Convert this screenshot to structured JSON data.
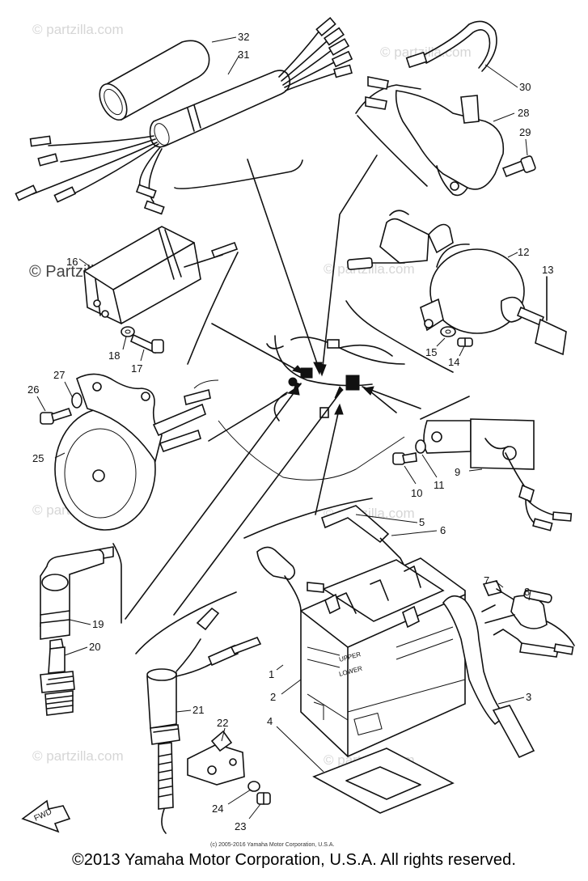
{
  "watermark": {
    "text": "© Partzilla.com",
    "short": "© partzilla.com"
  },
  "part_numbers": [
    "1",
    "2",
    "3",
    "4",
    "5",
    "6",
    "7",
    "8",
    "9",
    "10",
    "11",
    "12",
    "13",
    "14",
    "15",
    "16",
    "17",
    "18",
    "19",
    "20",
    "21",
    "22",
    "23",
    "24",
    "25",
    "26",
    "27",
    "28",
    "29",
    "30",
    "31",
    "32"
  ],
  "labels": {
    "p1": "1",
    "p2": "2",
    "p3": "3",
    "p4": "4",
    "p5": "5",
    "p6": "6",
    "p7": "7",
    "p8": "8",
    "p9": "9",
    "p10": "10",
    "p11": "11",
    "p12": "12",
    "p13": "13",
    "p14": "14",
    "p15": "15",
    "p16": "16",
    "p17": "17",
    "p18": "18",
    "p19": "19",
    "p20": "20",
    "p21": "21",
    "p22": "22",
    "p23": "23",
    "p24": "24",
    "p25": "25",
    "p26": "26",
    "p27": "27",
    "p28": "28",
    "p29": "29",
    "p30": "30",
    "p31": "31",
    "p32": "32"
  },
  "battery_text": {
    "upper": "UPPER",
    "lower": "LOWER"
  },
  "fwd_arrow": "FWD",
  "small_copyright": "(c) 2005-2016 Yamaha Motor Corporation, U.S.A.",
  "footer": "©2013 Yamaha Motor Corporation, U.S.A. All rights reserved."
}
